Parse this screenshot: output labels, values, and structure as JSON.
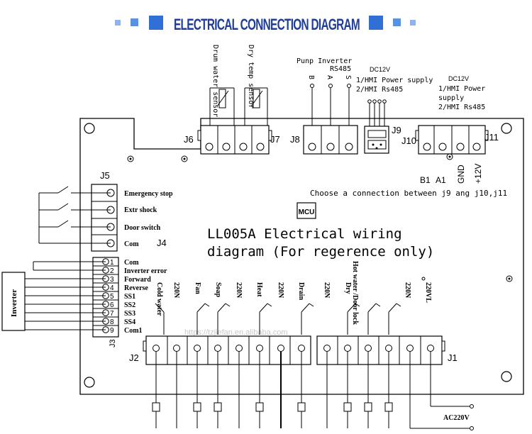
{
  "header": {
    "title": "ELECTRICAL CONNECTION DIAGRAM",
    "accent_color": "#2f6fd6",
    "light_accent_color": "#8fb4ea",
    "title_color": "#1f3e9a"
  },
  "main": {
    "title_line1": "LL005A Electrical wiring",
    "title_line2": "diagram (For regerence only)",
    "mcu_label": "MCU",
    "note": "Choose a connection between j9 ang j10,j11",
    "watermark": "https://tzjiefan.en.alibaba.com"
  },
  "top_sensors": {
    "drum_water_sensor": "Drum water sensor",
    "dry_temp_sensor": "Dry temp sensor"
  },
  "pump": {
    "title": "Punp Inverter",
    "rs485": "RS485",
    "pins": [
      "B",
      "A",
      "S"
    ]
  },
  "dc12v_left": {
    "title": "DC12V",
    "line1": "1/HMI Power supply",
    "line2": "2/HMI Rs485"
  },
  "dc12v_right": {
    "title": "DC12V",
    "line1": "1/HMI Power",
    "line2": "supply",
    "line3": "2/HMI Rs485"
  },
  "connectors": {
    "j1": "J1",
    "j2": "J2",
    "j3": "J3",
    "j4": "J4",
    "j5": "J5",
    "j6": "J6",
    "j7": "J7",
    "j8": "J8",
    "j9": "J9",
    "j10": "J10",
    "j11": "J11"
  },
  "bus_labels": {
    "b1": "B1",
    "a1": "A1",
    "gnd": "GND",
    "plus12v": "+12V"
  },
  "j5_inputs": [
    "Emergency stop",
    "Extr shock",
    "Door switch",
    "Com"
  ],
  "j3_inputs": [
    "Com",
    "Inverter error",
    "Forward",
    "Reverse",
    "SS1",
    "SS2",
    "SS3",
    "SS4",
    "Com1"
  ],
  "j3_pin_numbers": [
    "1",
    "2",
    "3",
    "4",
    "5",
    "6",
    "7",
    "8",
    "9"
  ],
  "inverter_label": "Inverter",
  "j2_outputs": [
    "Cold water",
    "220N",
    "Fan",
    "Soap",
    "220N",
    "Heat",
    "220N",
    "Drain"
  ],
  "j1_outputs": [
    "220N",
    "Dry",
    "Hot water /Door lock",
    "220N",
    "220VL"
  ],
  "ac_label": "AC220V"
}
